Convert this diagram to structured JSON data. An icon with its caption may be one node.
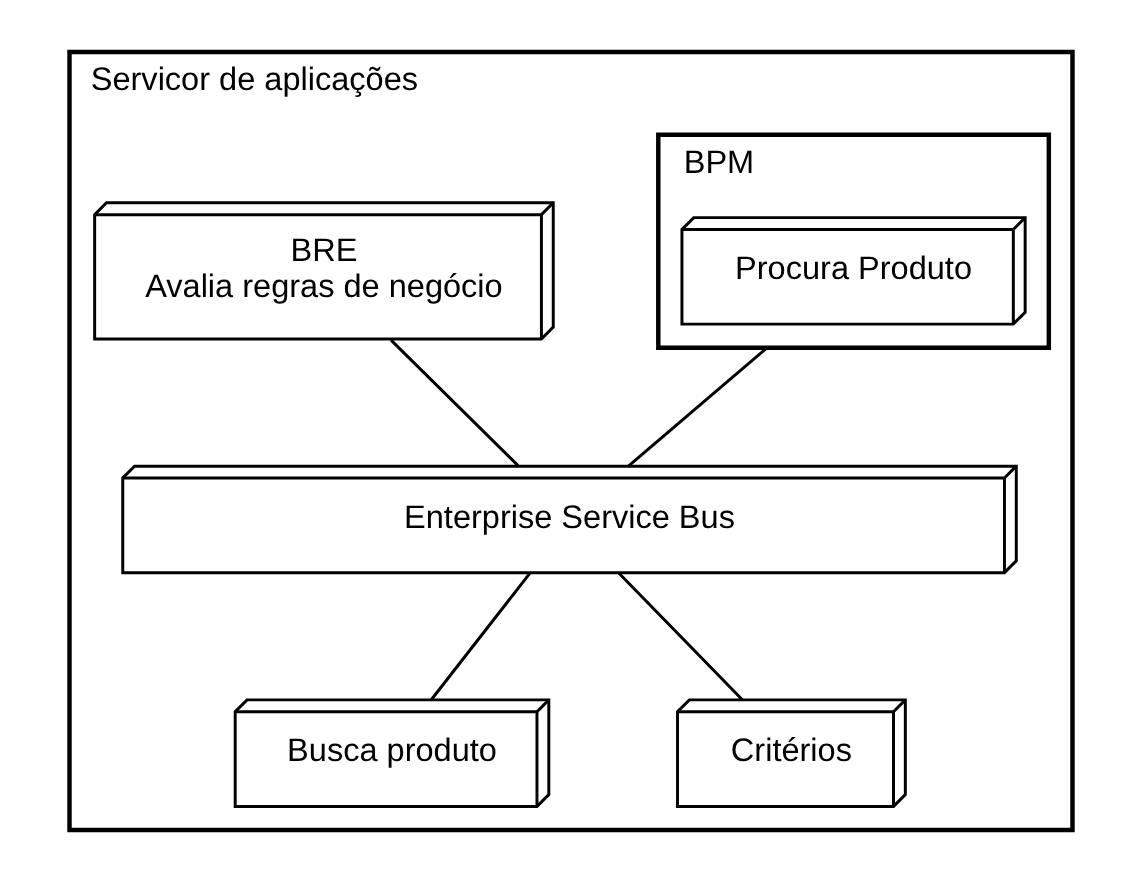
{
  "diagram": {
    "nodes": [
      {
        "text": [
          "Servicor de aplicações"
        ]
      },
      {
        "text": [
          "BRE",
          "Avalia regras de negócio"
        ],
        "in": 0
      },
      {
        "text": [
          "BPM"
        ],
        "in": 0
      },
      {
        "text": [
          "Procura Produto"
        ],
        "in": 2
      },
      {
        "text": [
          "Enterprise Service Bus"
        ],
        "in": 0
      },
      {
        "text": [
          "Busca produto"
        ],
        "in": 0
      },
      {
        "text": [
          "Critérios"
        ],
        "in": 0
      }
    ],
    "edges": [
      {
        "from": 1,
        "to": 4,
        "arrow": "none"
      },
      {
        "from": 2,
        "to": 4,
        "arrow": "none"
      },
      {
        "from": 4,
        "to": 5,
        "arrow": "none"
      },
      {
        "from": 4,
        "to": 6,
        "arrow": "none"
      }
    ]
  }
}
